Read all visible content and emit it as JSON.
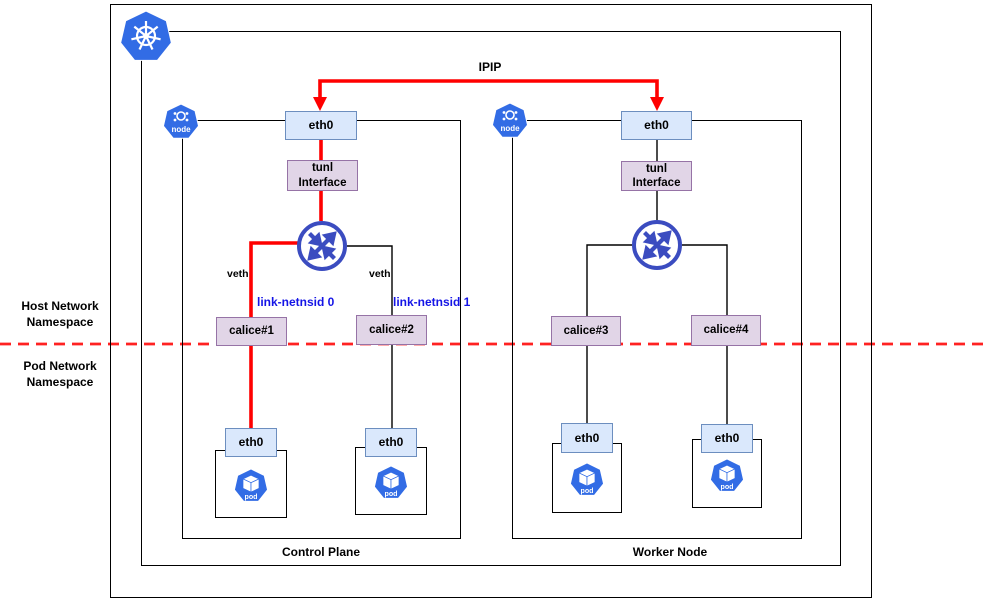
{
  "colors": {
    "eth_fill": "#dae8fc",
    "eth_border": "#6c8ebf",
    "purple_fill": "#e1d5e7",
    "purple_border": "#9673a6",
    "red_path": "#ff0000",
    "netnsid_blue": "#1414e6",
    "k8s_blue": "#326ce5",
    "router_blue": "#3b4cc0"
  },
  "annotations": {
    "ipip_label": "IPIP",
    "host_namespace_label": "Host Network Namespace",
    "pod_namespace_label": "Pod Network Namespace"
  },
  "cluster_icon_name": "kubernetes-logo",
  "control_plane": {
    "title": "Control Plane",
    "node_icon_label": "node",
    "eth0_label": "eth0",
    "tunl_label": "tunl Interface",
    "veth_left": "veth",
    "veth_right": "veth",
    "netnsid_left": "link-netnsid 0",
    "netnsid_right": "link-netnsid 1",
    "calice_left": "calice#1",
    "calice_right": "calice#2",
    "pod_left": {
      "eth0_label": "eth0",
      "icon_label": "pod"
    },
    "pod_right": {
      "eth0_label": "eth0",
      "icon_label": "pod"
    }
  },
  "worker": {
    "title": "Worker Node",
    "node_icon_label": "node",
    "eth0_label": "eth0",
    "tunl_label": "tunl Interface",
    "calice_left": "calice#3",
    "calice_right": "calice#4",
    "pod_left": {
      "eth0_label": "eth0",
      "icon_label": "pod"
    },
    "pod_right": {
      "eth0_label": "eth0",
      "icon_label": "pod"
    }
  }
}
